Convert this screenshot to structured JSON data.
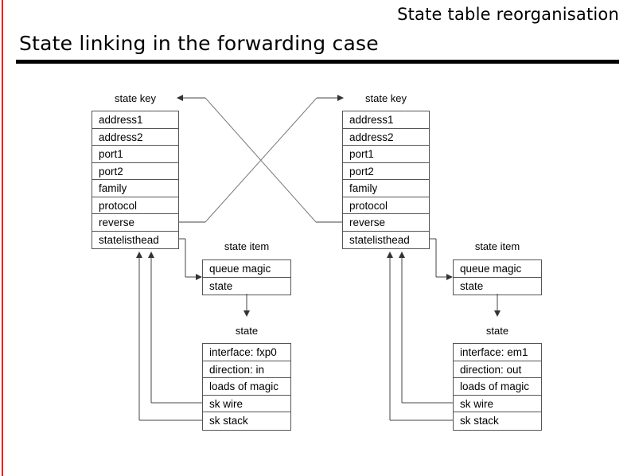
{
  "header": {
    "kicker": "State table reorganisation",
    "title": "State linking in the forwarding case",
    "accent_color": "#ff0000",
    "rule_color": "#000000"
  },
  "diagram": {
    "captions": {
      "state_key": "state key",
      "state_item": "state item",
      "state": "state"
    },
    "state_key_rows": [
      "address1",
      "address2",
      "port1",
      "port2",
      "family",
      "protocol",
      "reverse",
      "statelisthead"
    ],
    "state_item_rows": [
      "queue magic",
      "state"
    ],
    "left": {
      "state_key_caption": "state key",
      "state_item_caption": "state item",
      "state_caption": "state",
      "state_rows": [
        "interface: fxp0",
        "direction: in",
        "loads of magic",
        "sk wire",
        "sk stack"
      ]
    },
    "right": {
      "state_key_caption": "state key",
      "state_item_caption": "state item",
      "state_caption": "state",
      "state_rows": [
        "interface: em1",
        "direction: out",
        "loads of magic",
        "sk wire",
        "sk stack"
      ]
    },
    "line_color": "#444444",
    "box_border_color": "#555555"
  }
}
